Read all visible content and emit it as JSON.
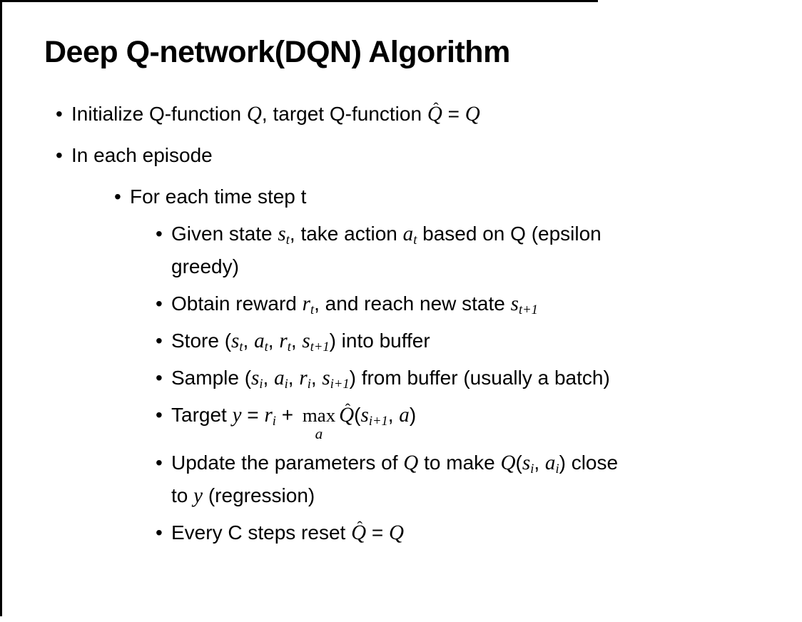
{
  "colors": {
    "background": "#ffffff",
    "text": "#000000",
    "frame_border": "#000000"
  },
  "glyphs": {
    "bullet": "•",
    "hat": "ˆ"
  },
  "slide": {
    "title": "Deep Q-network(DQN) Algorithm",
    "bullets": [
      {
        "level": 1,
        "lines": [
          [
            {
              "t": "Initialize Q-function "
            },
            {
              "m": "Q"
            },
            {
              "t": ", target Q-function "
            },
            {
              "m": "Q",
              "hat": true
            },
            {
              "t": " = "
            },
            {
              "m": "Q"
            }
          ]
        ]
      },
      {
        "level": 1,
        "lines": [
          [
            {
              "t": "In each episode"
            }
          ]
        ]
      },
      {
        "level": 2,
        "lines": [
          [
            {
              "t": "For each time step t"
            }
          ]
        ]
      },
      {
        "level": 3,
        "lines": [
          [
            {
              "t": "Given state "
            },
            {
              "m": "s",
              "sub": "t"
            },
            {
              "t": ", take action "
            },
            {
              "m": "a",
              "sub": "t"
            },
            {
              "t": " based on Q (epsilon"
            }
          ],
          [
            {
              "t": "greedy)"
            }
          ]
        ]
      },
      {
        "level": 3,
        "lines": [
          [
            {
              "t": "Obtain reward "
            },
            {
              "m": "r",
              "sub": "t"
            },
            {
              "t": ", and reach new state "
            },
            {
              "m": "s",
              "sub": "t+1"
            }
          ]
        ]
      },
      {
        "level": 3,
        "lines": [
          [
            {
              "t": "Store ("
            },
            {
              "m": "s",
              "sub": "t"
            },
            {
              "t": ", "
            },
            {
              "m": "a",
              "sub": "t"
            },
            {
              "t": ", "
            },
            {
              "m": "r",
              "sub": "t"
            },
            {
              "t": ", "
            },
            {
              "m": "s",
              "sub": "t+1"
            },
            {
              "t": ") into buffer"
            }
          ]
        ]
      },
      {
        "level": 3,
        "lines": [
          [
            {
              "t": "Sample ("
            },
            {
              "m": "s",
              "sub": "i"
            },
            {
              "t": ", "
            },
            {
              "m": "a",
              "sub": "i"
            },
            {
              "t": ", "
            },
            {
              "m": "r",
              "sub": "i"
            },
            {
              "t": ", "
            },
            {
              "m": "s",
              "sub": "i+1"
            },
            {
              "t": ") from buffer (usually a batch)"
            }
          ]
        ]
      },
      {
        "level": 3,
        "lines": [
          [
            {
              "t": "Target "
            },
            {
              "m": "y"
            },
            {
              "t": " = "
            },
            {
              "m": "r",
              "sub": "i"
            },
            {
              "t": " + "
            },
            {
              "op": "max",
              "under": "a"
            },
            {
              "m": "Q",
              "hat": true
            },
            {
              "t": "("
            },
            {
              "m": "s",
              "sub": "i+1"
            },
            {
              "t": ", "
            },
            {
              "m": "a"
            },
            {
              "t": ")"
            }
          ]
        ]
      },
      {
        "level": 3,
        "lines": [
          [
            {
              "t": "Update the parameters of "
            },
            {
              "m": "Q"
            },
            {
              "t": " to make "
            },
            {
              "m": "Q"
            },
            {
              "t": "("
            },
            {
              "m": "s",
              "sub": "i"
            },
            {
              "t": ", "
            },
            {
              "m": "a",
              "sub": "i"
            },
            {
              "t": ") close"
            }
          ],
          [
            {
              "t": "to "
            },
            {
              "m": "y"
            },
            {
              "t": " (regression)"
            }
          ]
        ]
      },
      {
        "level": 3,
        "lines": [
          [
            {
              "t": "Every C steps reset "
            },
            {
              "m": "Q",
              "hat": true
            },
            {
              "t": " = "
            },
            {
              "m": "Q"
            }
          ]
        ]
      }
    ]
  }
}
